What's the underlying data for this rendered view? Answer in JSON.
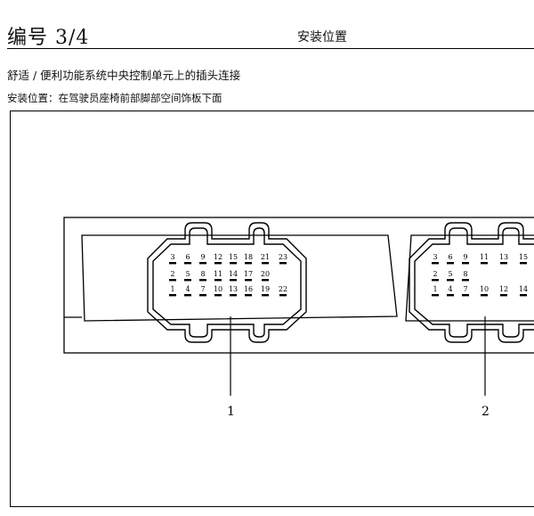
{
  "header": {
    "doc_number": "编号 3/4",
    "section_title": "安装位置"
  },
  "doc_title": "舒适 / 便利功能系统中央控制单元上的插头连接",
  "install_location": "安装位置：在驾驶员座椅前部脚部空间饰板下面",
  "figure": {
    "connectors": [
      {
        "callout": "1",
        "top_row": [
          "3",
          "6",
          "9",
          "12",
          "15",
          "18",
          "21",
          "23"
        ],
        "middle_row": [
          "2",
          "5",
          "8",
          "11",
          "14",
          "17",
          "20"
        ],
        "bottom_row": [
          "1",
          "4",
          "7",
          "10",
          "13",
          "16",
          "19",
          "22"
        ]
      },
      {
        "callout": "2",
        "top_row": [
          "3",
          "6",
          "9",
          "11",
          "13",
          "15"
        ],
        "middle_row": [
          "2",
          "5",
          "8"
        ],
        "bottom_row": [
          "1",
          "4",
          "7",
          "10",
          "12",
          "14"
        ]
      }
    ]
  }
}
